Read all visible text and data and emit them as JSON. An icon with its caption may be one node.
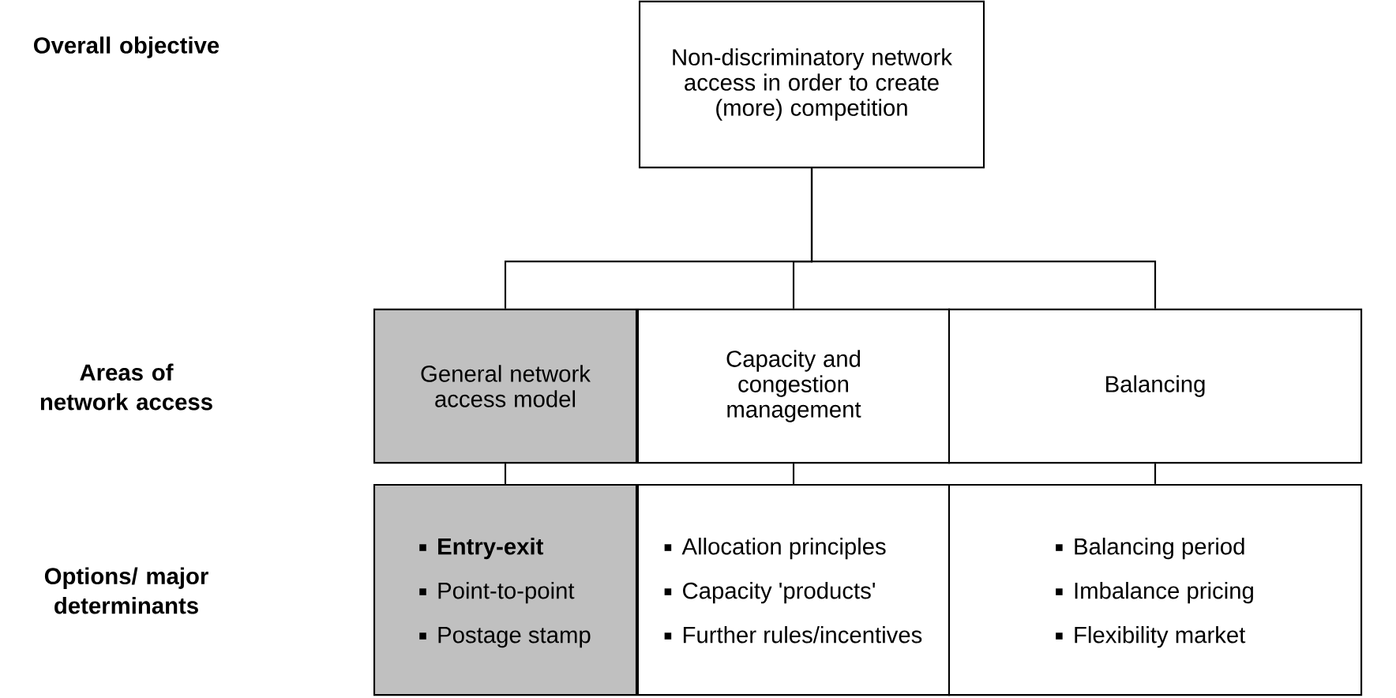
{
  "diagram": {
    "nodes": [
      {
        "text": [
          "Non-discriminatory network access in order to create (more) competition"
        ]
      },
      {
        "text": [
          "General network access model"
        ]
      },
      {
        "text": [
          "Capacity and congestion management"
        ]
      },
      {
        "text": [
          "Balancing"
        ]
      },
      {
        "text": [
          "**Entry-exit**",
          "Point-to-point",
          "Postage stamp"
        ]
      },
      {
        "text": [
          "Allocation principles",
          "Capacity 'products'",
          "Further rules/incentives"
        ]
      },
      {
        "text": [
          "Balancing period",
          "Imbalance pricing",
          "Flexibility market"
        ]
      }
    ],
    "edges": [
      {
        "from": 0,
        "to": 1,
        "arrow": "none"
      },
      {
        "from": 0,
        "to": 2,
        "arrow": "none"
      },
      {
        "from": 0,
        "to": 3,
        "arrow": "none"
      },
      {
        "from": 1,
        "to": 4,
        "arrow": "none"
      },
      {
        "from": 2,
        "to": 5,
        "arrow": "none"
      },
      {
        "from": 3,
        "to": 6,
        "arrow": "none"
      }
    ],
    "labels": [
      "Overall objective",
      "Areas of network access",
      "Options/ major determinants"
    ]
  }
}
